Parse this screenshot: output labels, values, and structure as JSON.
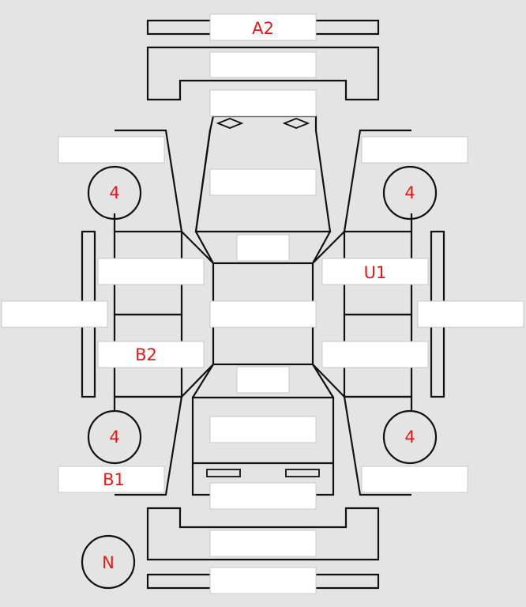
{
  "colors": {
    "background": "#e4e4e4",
    "line": "#111111",
    "field": "#ffffff",
    "field_border": "#c8c8c8",
    "mark": "#dd1a1a"
  },
  "marks": {
    "front_bumper_code": "A2",
    "front_left_tyre": "4",
    "front_right_tyre": "4",
    "rear_left_tyre": "4",
    "rear_right_tyre": "4",
    "right_front_door_code": "U1",
    "left_rear_door_code": "B2",
    "left_rear_quarter_code": "B1",
    "spare_wheel": "N"
  }
}
